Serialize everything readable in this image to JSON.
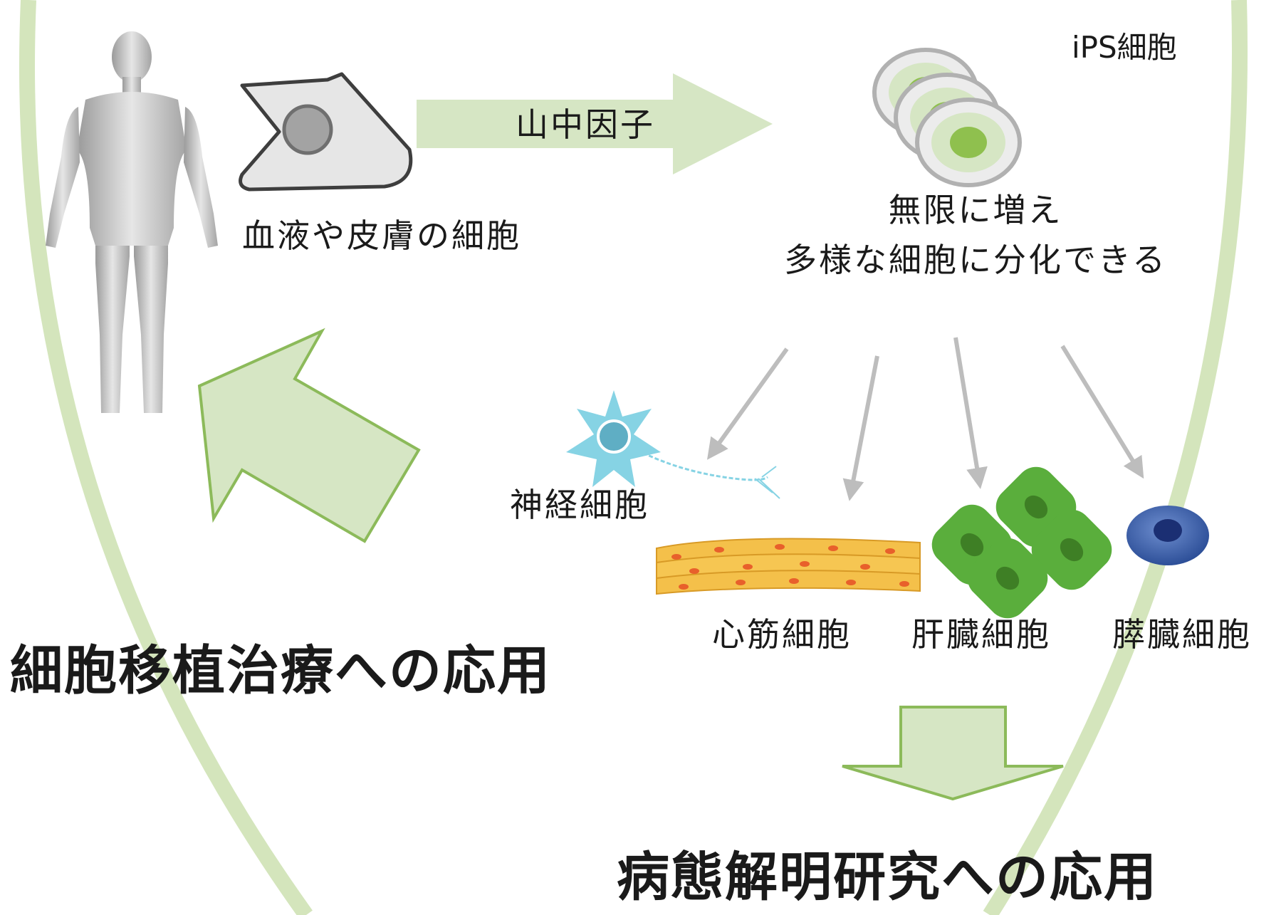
{
  "labels": {
    "ips": "iPS細胞",
    "yamanaka": "山中因子",
    "source_cell": "血液や皮膚の細胞",
    "ips_desc_1": "無限に増え",
    "ips_desc_2": "多様な細胞に分化できる",
    "nerve": "神経細胞",
    "cardiac": "心筋細胞",
    "liver": "肝臓細胞",
    "pancreas": "膵臓細胞",
    "transplant": "細胞移植治療への応用",
    "pathology": "病態解明研究への応用"
  },
  "colors": {
    "arc_green": "#d4e5bc",
    "arrow_fill": "#d6e6c4",
    "arrow_stroke": "#8cba5a",
    "gray_arrow": "#bdbdbd",
    "liver_green": "#5aae3c",
    "pancreas_blue": "#3b5fa8",
    "nerve_cyan": "#7fd0e2",
    "muscle_yellow": "#f4c04a"
  }
}
